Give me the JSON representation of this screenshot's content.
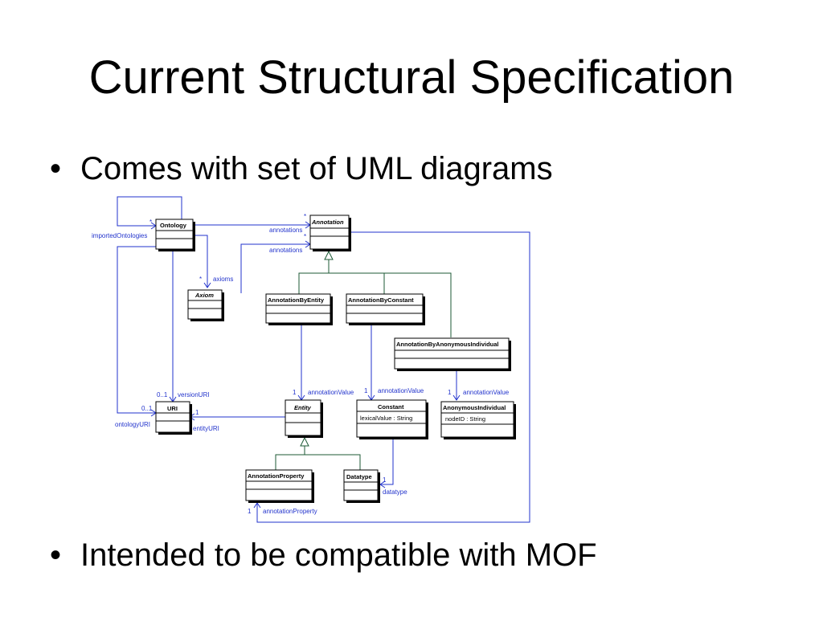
{
  "slide": {
    "title": "Current Structural Specification",
    "bullets": [
      {
        "text": "Comes with set of UML diagrams"
      },
      {
        "text": "Intended to be compatible with MOF"
      }
    ],
    "bullet_symbol": "•"
  },
  "diagram": {
    "classes": {
      "ontology": {
        "name": "Ontology"
      },
      "annotation": {
        "name": "Annotation"
      },
      "axiom": {
        "name": "Axiom"
      },
      "annotation_by_entity": {
        "name": "AnnotationByEntity"
      },
      "annotation_by_constant": {
        "name": "AnnotationByConstant"
      },
      "annotation_by_anon": {
        "name": "AnnotationByAnonymousIndividual"
      },
      "uri": {
        "name": "URI"
      },
      "entity": {
        "name": "Entity"
      },
      "constant": {
        "name": "Constant",
        "attribute": "lexicalValue : String"
      },
      "anonymous_individual": {
        "name": "AnonymousIndividual",
        "attribute": "nodeID : String"
      },
      "annotation_property": {
        "name": "AnnotationProperty"
      },
      "datatype": {
        "name": "Datatype"
      }
    },
    "labels": {
      "imported_ontologies": "importedOntologies",
      "imported_mult": "*",
      "annotations_1": "annotations",
      "annotations_1_mult": "*",
      "annotations_2": "annotations",
      "annotations_2_mult": "*",
      "axioms": "axioms",
      "axioms_mult": "*",
      "version_uri": "versionURI",
      "version_uri_mult": "0..1",
      "ontology_uri": "ontologyURI",
      "ontology_uri_mult": "0..1",
      "entity_uri": "entityURI",
      "entity_uri_mult": "1",
      "annotation_value_1": "annotationValue",
      "annotation_value_1_mult": "1",
      "annotation_value_2": "annotationValue",
      "annotation_value_2_mult": "1",
      "annotation_value_3": "annotationValue",
      "annotation_value_3_mult": "1",
      "datatype_label": "datatype",
      "datatype_mult": "1",
      "annotation_property_label": "annotationProperty",
      "annotation_property_mult": "1"
    }
  }
}
